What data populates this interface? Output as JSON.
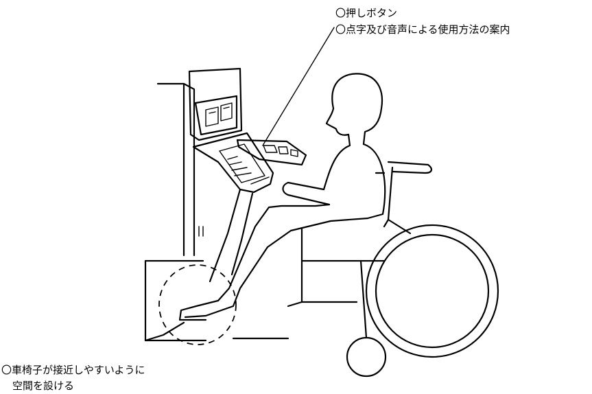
{
  "annotations": {
    "top": [
      "〇押しボタン",
      "〇点字及び音声による使用方法の案内"
    ],
    "bottom": [
      "〇車椅子が接近しやすいように",
      "空間を設ける"
    ]
  }
}
